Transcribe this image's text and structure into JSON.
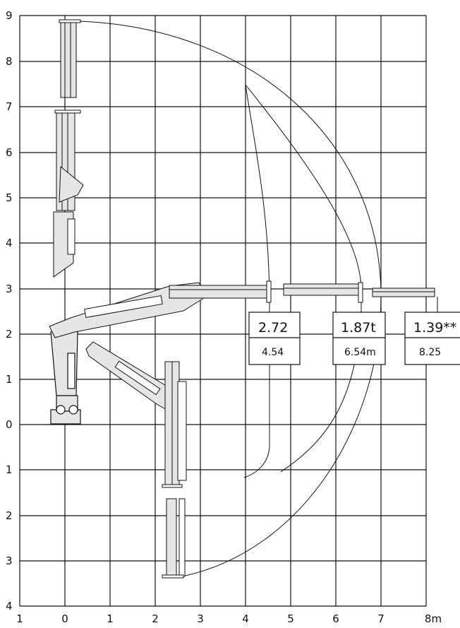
{
  "axes": {
    "y_ticks": [
      "9",
      "8",
      "7",
      "6",
      "5",
      "4",
      "3",
      "2",
      "1",
      "0",
      "1",
      "2",
      "3",
      "4"
    ],
    "x_ticks": [
      "1",
      "0",
      "1",
      "2",
      "3",
      "4",
      "5",
      "6",
      "7",
      "8m"
    ]
  },
  "load_boxes": [
    {
      "load": "2.72",
      "reach": "4.54"
    },
    {
      "load": "1.87t",
      "reach": "6.54m"
    },
    {
      "load": "1.39**",
      "reach": "8.25"
    }
  ],
  "colors": {
    "line": "#111111",
    "boom_fill": "#e6e6e6",
    "grid": "#111111"
  }
}
